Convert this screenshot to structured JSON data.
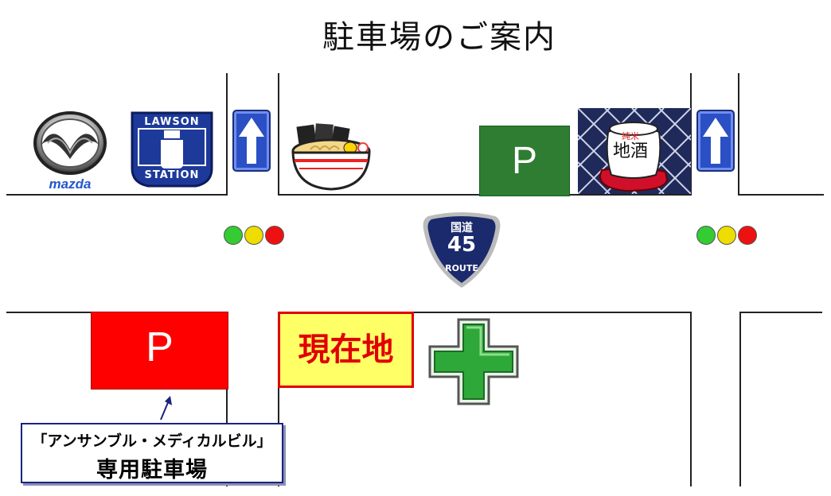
{
  "title": "駐車場のご案内",
  "route": {
    "top": "国道",
    "number": "45",
    "word": "ROUTE"
  },
  "parking_green": {
    "label": "P"
  },
  "parking_red": {
    "label": "P"
  },
  "current_location": {
    "label": "現在地"
  },
  "parking_note": {
    "line1": "「アンサンブル・メディカルビル」",
    "line2": "専用駐車場"
  },
  "lawson": {
    "top": "LAWSON",
    "bottom": "STATION"
  },
  "mazda": {
    "label": "mazda"
  },
  "sake": {
    "top": "純米",
    "main": "地酒"
  },
  "colors": {
    "road": "#222222",
    "parking_green": "#2e7d32",
    "parking_red": "#ff0000",
    "current_bg": "#ffff66",
    "current_text": "#e00000",
    "sign_blue": "#2b4fc4",
    "route_navy": "#1a2a6c",
    "pharmacy_green": "#2fa83a"
  },
  "icons": [
    "mazda-logo-icon",
    "lawson-logo-icon",
    "one-way-arrow-icon",
    "ramen-icon",
    "sake-barrel-icon",
    "traffic-light-icon",
    "route-shield-icon",
    "pharmacy-cross-icon",
    "pointer-arrow-icon"
  ]
}
